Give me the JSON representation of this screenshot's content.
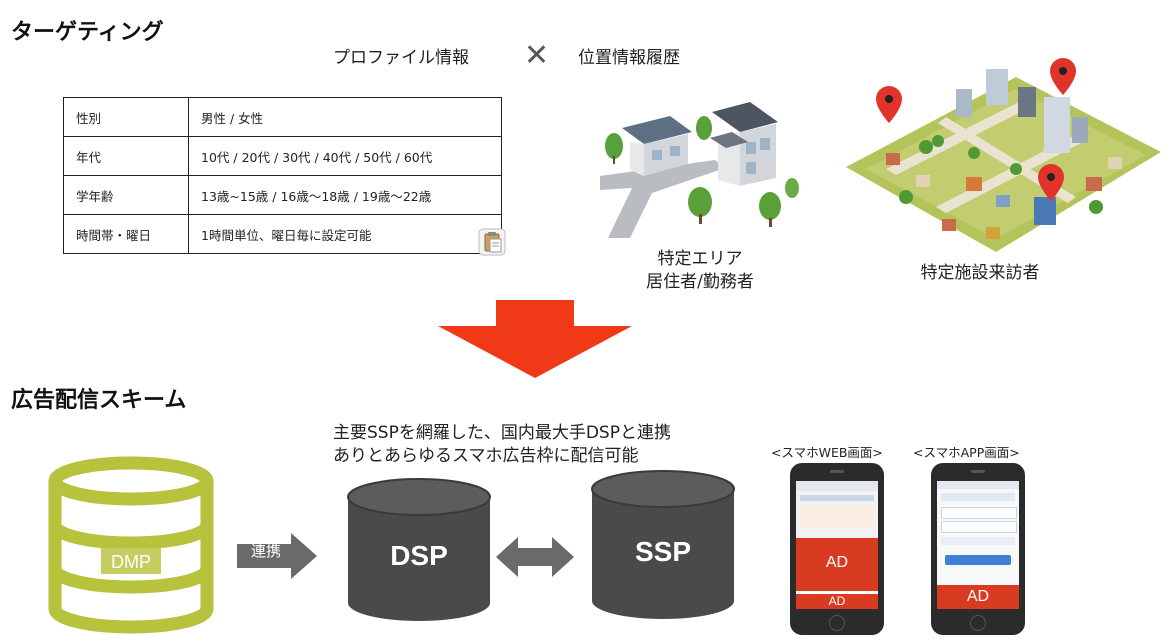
{
  "targeting": {
    "heading": "ターゲティング",
    "profile_label": "プロファイル情報",
    "cross_symbol": "✕",
    "location_label": "位置情報履歴",
    "table": [
      {
        "key": "性別",
        "value": "男性 / 女性"
      },
      {
        "key": "年代",
        "value": "10代 / 20代 / 30代 / 40代 / 50代 / 60代"
      },
      {
        "key": "学年齢",
        "value": "13歳~15歳 / 16歳〜18歳 / 19歳〜22歳"
      },
      {
        "key": "時間帯・曜日",
        "value": "1時間単位、曜日毎に設定可能"
      }
    ],
    "area_caption_line1": "特定エリア",
    "area_caption_line2": "居住者/勤務者",
    "facility_caption": "特定施設来訪者"
  },
  "scheme": {
    "heading": "広告配信スキーム",
    "desc_line1": "主要SSPを網羅した、国内最大手DSPと連携",
    "desc_line2": "ありとあらゆるスマホ広告枠に配信可能",
    "dmp_label": "DMP",
    "link_label": "連携",
    "dsp_label": "DSP",
    "ssp_label": "SSP",
    "web_label": "<スマホWEB画面>",
    "app_label": "<スマホAPP画面>",
    "ad_label": "AD"
  },
  "colors": {
    "arrow": "#f03a17",
    "dmp": "#b7c23d",
    "cylinder": "#4a4a4a",
    "ad": "#d93a22"
  }
}
